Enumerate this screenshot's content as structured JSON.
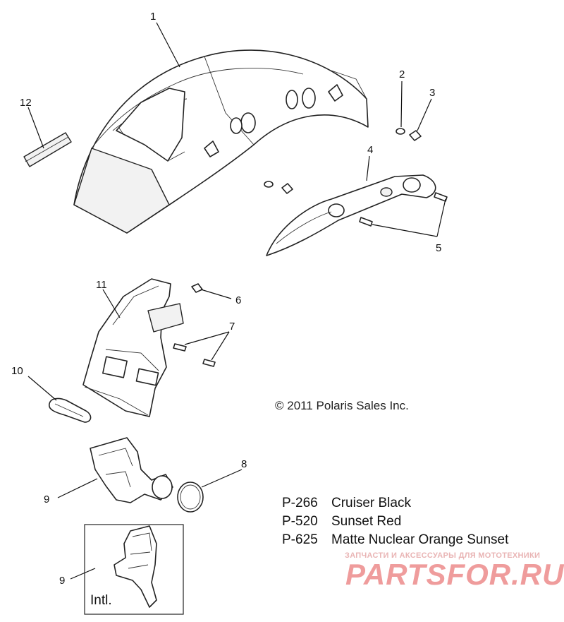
{
  "diagram": {
    "callouts": {
      "c1": "1",
      "c2": "2",
      "c3": "3",
      "c4": "4",
      "c5": "5",
      "c6": "6",
      "c7": "7",
      "c8": "8",
      "c9a": "9",
      "c9b": "9",
      "c10": "10",
      "c11": "11",
      "c12": "12"
    },
    "copyright": "© 2011 Polaris Sales Inc.",
    "color_codes": [
      {
        "code": "P-266",
        "name": "Cruiser Black"
      },
      {
        "code": "P-520",
        "name": "Sunset Red"
      },
      {
        "code": "P-625",
        "name": "Matte Nuclear Orange Sunset"
      }
    ],
    "inset_label": "Intl.",
    "watermark": {
      "tagline": "ЗАПЧАСТИ И АКСЕССУАРЫ ДЛЯ МОТОТЕХНИКИ",
      "logo": "PARTSFOR.RU"
    }
  }
}
